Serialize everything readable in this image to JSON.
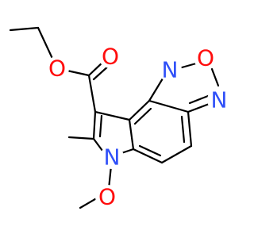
{
  "molecule": {
    "atoms": {
      "ester_carbonyl_oxygen": {
        "symbol": "O",
        "color": "#ff0d0d"
      },
      "ester_ether_oxygen": {
        "symbol": "O",
        "color": "#ff0d0d"
      },
      "oxadiazole_nitrogen_left": {
        "symbol": "N",
        "color": "#3050f8"
      },
      "oxadiazole_oxygen": {
        "symbol": "O",
        "color": "#ff0d0d"
      },
      "oxadiazole_nitrogen_right": {
        "symbol": "N",
        "color": "#3050f8"
      },
      "pyrrole_nitrogen": {
        "symbol": "N",
        "color": "#3050f8"
      },
      "methoxy_oxygen": {
        "symbol": "O",
        "color": "#ff0d0d"
      }
    }
  }
}
